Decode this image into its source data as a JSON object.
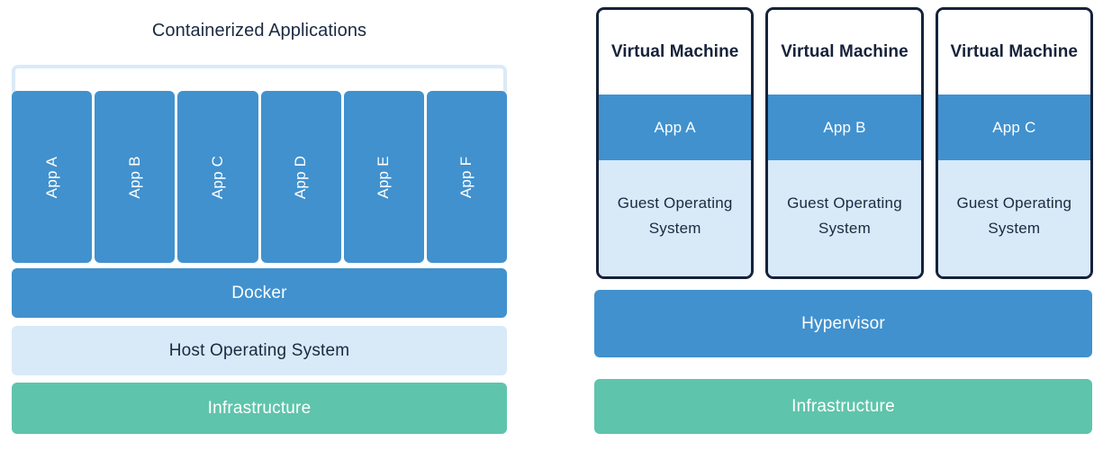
{
  "colors": {
    "blue": "#4191ce",
    "light_blue": "#d8e9f8",
    "bracket_blue": "#dbeaf8",
    "green": "#5fc4ac",
    "navy": "#16223a",
    "white": "#ffffff"
  },
  "containers_panel": {
    "title": "Containerized Applications",
    "apps": [
      {
        "label": "App A"
      },
      {
        "label": "App B"
      },
      {
        "label": "App C"
      },
      {
        "label": "App D"
      },
      {
        "label": "App E"
      },
      {
        "label": "App F"
      }
    ],
    "layers": [
      {
        "label": "Docker"
      },
      {
        "label": "Host Operating System"
      },
      {
        "label": "Infrastructure"
      }
    ],
    "docker_label": "Docker",
    "host_os_label": "Host Operating System",
    "infrastructure_label": "Infrastructure"
  },
  "vm_panel": {
    "cards": [
      {
        "title": "Virtual Machine",
        "app": "App A",
        "guest_os": "Guest Operating System"
      },
      {
        "title": "Virtual Machine",
        "app": "App B",
        "guest_os": "Guest Operating System"
      },
      {
        "title": "Virtual Machine",
        "app": "App C",
        "guest_os": "Guest Operating System"
      }
    ],
    "hypervisor_label": "Hypervisor",
    "infrastructure_label": "Infrastructure"
  }
}
